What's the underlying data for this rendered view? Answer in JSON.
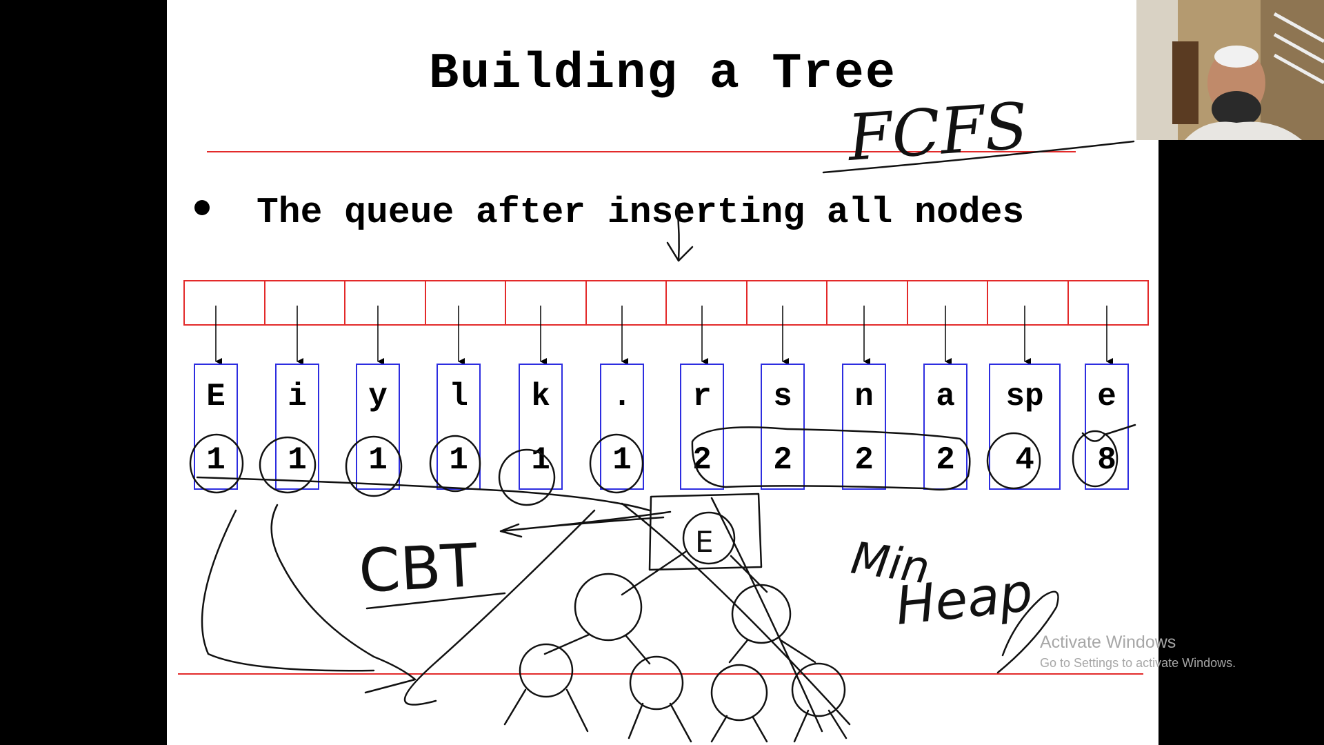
{
  "slide": {
    "title": "Building a Tree",
    "bullet": "The queue after inserting all nodes",
    "nodes": [
      {
        "char": "E",
        "count": "1"
      },
      {
        "char": "i",
        "count": "1"
      },
      {
        "char": "y",
        "count": "1"
      },
      {
        "char": "l",
        "count": "1"
      },
      {
        "char": "k",
        "count": "1"
      },
      {
        "char": ".",
        "count": "1"
      },
      {
        "char": "r",
        "count": "2"
      },
      {
        "char": "s",
        "count": "2"
      },
      {
        "char": "n",
        "count": "2"
      },
      {
        "char": "a",
        "count": "2"
      },
      {
        "char": "sp",
        "count": "4"
      },
      {
        "char": "e",
        "count": "8"
      }
    ],
    "queue_cell_count": 12
  },
  "annotations": {
    "fcfs": "FCFS",
    "cbt": "CBT",
    "min_heap_line1": "Min",
    "min_heap_line2": "Heap",
    "tree_root": "E"
  },
  "watermark": {
    "line1": "Activate Windows",
    "line2": "Go to Settings to activate Windows."
  },
  "colors": {
    "queue_border": "#e32a2a",
    "node_border": "#2d2de0",
    "ink": "#111111",
    "watermark": "#a7a7a7"
  }
}
